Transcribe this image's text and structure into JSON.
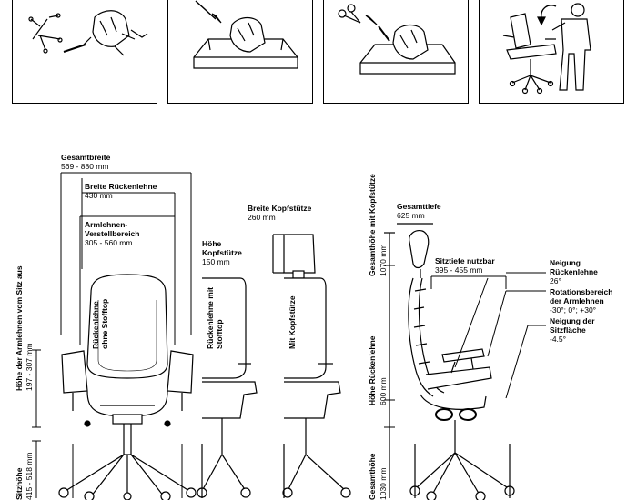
{
  "steps": [
    {
      "id": 1,
      "icon": "unboxed-parts-icon"
    },
    {
      "id": 2,
      "icon": "place-in-box-icon"
    },
    {
      "id": 3,
      "icon": "tools-box-icon"
    },
    {
      "id": 4,
      "icon": "person-with-chair-icon"
    }
  ],
  "dimensions": {
    "gesamtbreite": {
      "title": "Gesamtbreite",
      "value": "569 - 880 mm"
    },
    "breite_rueckenlehne": {
      "title": "Breite Rückenlehne",
      "value": "430 mm"
    },
    "armlehnen": {
      "title1": "Armlehnen-",
      "title2": "Verstellbereich",
      "value": "305 - 560 mm"
    },
    "breite_kopfstuetze": {
      "title": "Breite Kopfstütze",
      "value": "260 mm"
    },
    "hoehe_kopfstuetze": {
      "title1": "Höhe",
      "title2": "Kopfstütze",
      "value": "150 mm"
    },
    "hoehe_armlehnen": {
      "title": "Höhe der Armlehnen vom Sitz aus",
      "value": "197 - 307 mm"
    },
    "sitzhoehe": {
      "title": "Sitzhöhe",
      "value": "415 - 518 mm"
    },
    "ruecken_ohne": {
      "line1": "Rückenlehne",
      "line2": "ohne Stofftop"
    },
    "ruecken_mit": {
      "line1": "Rückenlehne mit",
      "line2": "Stofftop"
    },
    "mit_kopfstuetze": {
      "line1": "Mit Kopfstütze"
    },
    "gesamthoehe_kopf": {
      "title": "Gesamthöhe mit Kopfstütze",
      "value": "1070 mm"
    },
    "gesamttiefe": {
      "title": "Gesamttiefe",
      "value": "625 mm"
    },
    "sitztiefe": {
      "title": "Sitztiefe nutzbar",
      "value": "395 - 455 mm"
    },
    "neigung_ruecken": {
      "title1": "Neigung",
      "title2": "Rückenlehne",
      "value": "26°"
    },
    "rotation": {
      "title1": "Rotationsbereich",
      "title2": "der Armlehnen",
      "value": "-30°; 0°; +30°"
    },
    "neigung_sitz": {
      "title1": "Neigung der",
      "title2": "Sitzfläche",
      "value": "-4.5°"
    },
    "hoehe_ruecken": {
      "title": "Höhe Rückenlehne",
      "value": "600 mm"
    },
    "gesamthoehe": {
      "title": "Gesamthöhe",
      "value": "1030 mm"
    }
  }
}
